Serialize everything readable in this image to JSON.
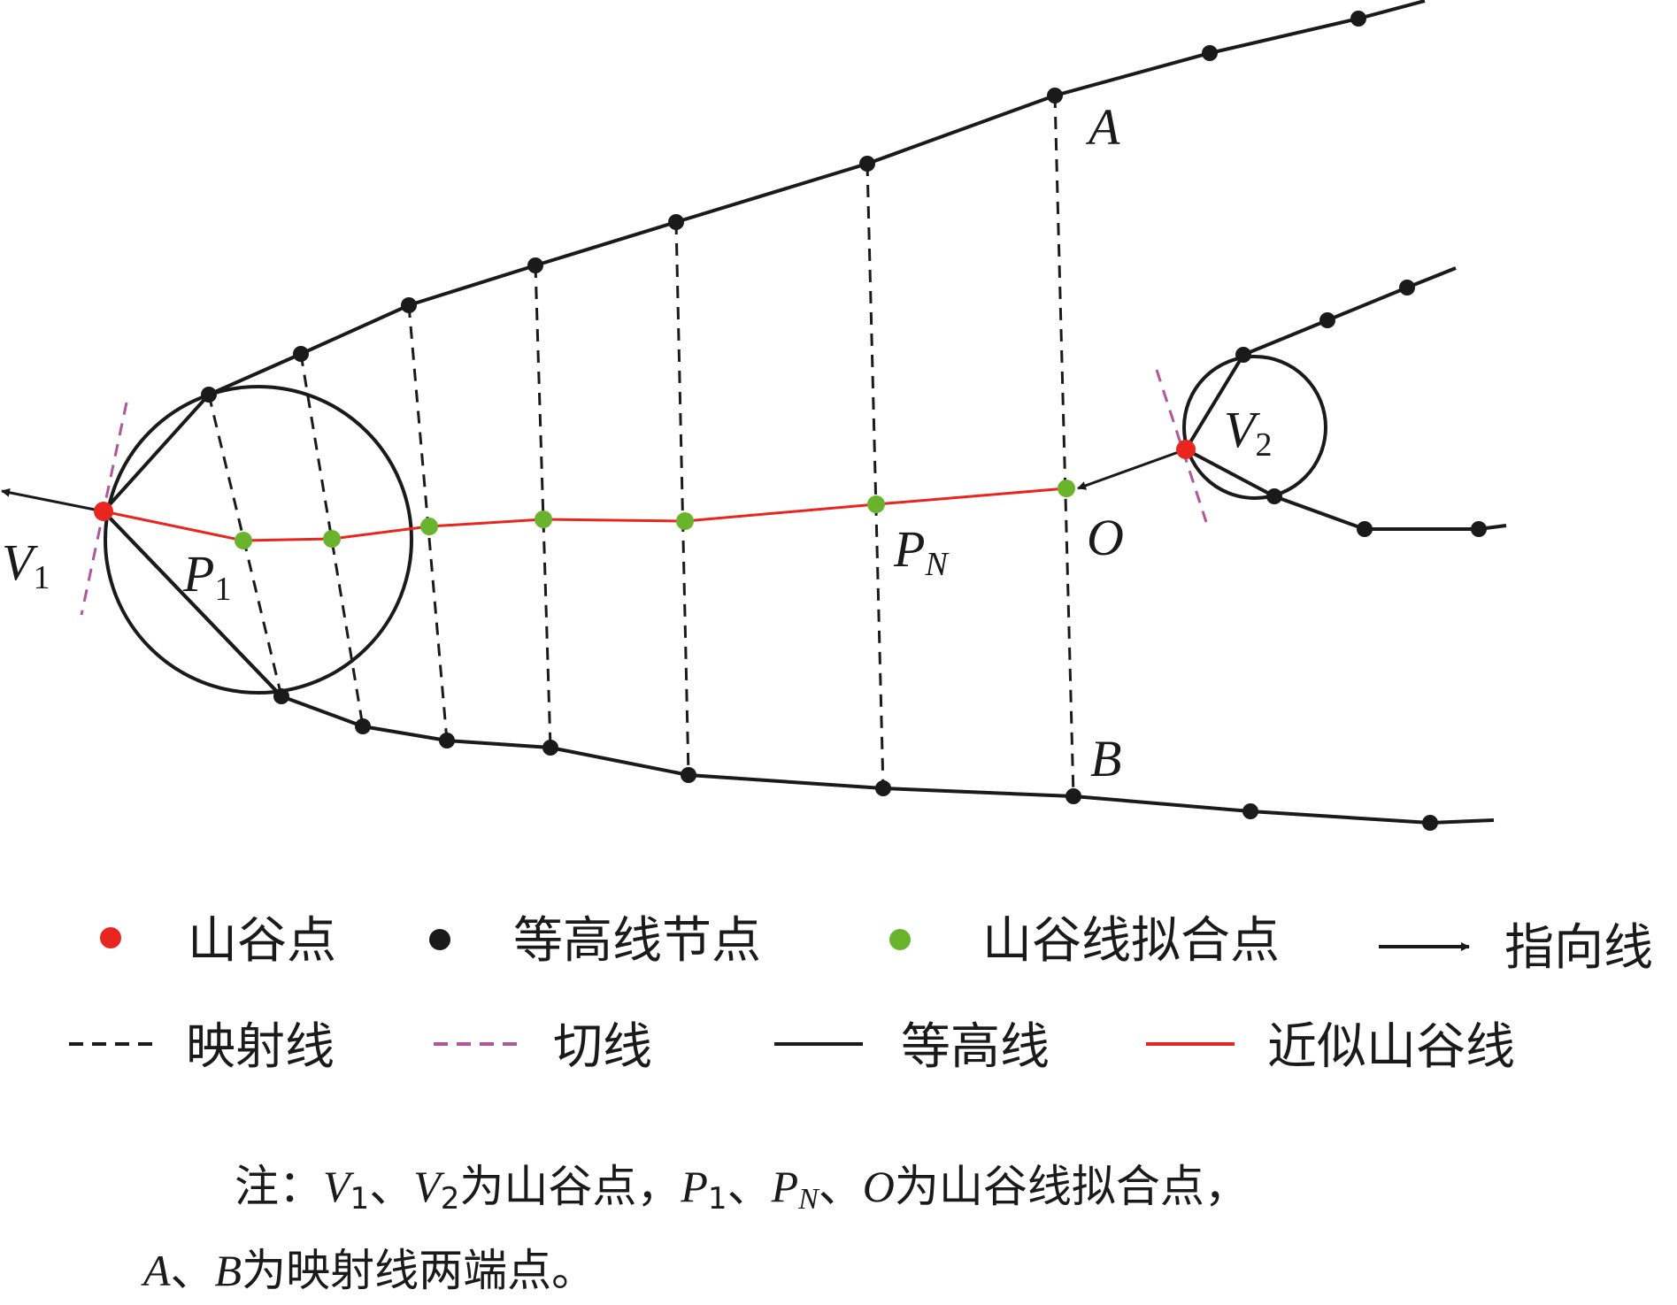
{
  "point_labels": {
    "v1": "V",
    "v1_sub": "1",
    "v2": "V",
    "v2_sub": "2",
    "p1": "P",
    "p1_sub": "1",
    "pn": "P",
    "pn_sub": "N",
    "o": "O",
    "a": "A",
    "b": "B"
  },
  "legend": {
    "valley_point": "山谷点",
    "contour_node": "等高线节点",
    "fit_point": "山谷线拟合点",
    "pointing_line": "指向线",
    "mapping_line": "映射线",
    "tangent_line": "切线",
    "contour_line": "等高线",
    "approx_valley_line": "近似山谷线"
  },
  "colors": {
    "valley_point": "#e8261f",
    "contour_node": "#1a1a1a",
    "fit_point": "#6ab42d",
    "valley_line": "#e8261f",
    "tangent_line": "#b0569a",
    "contour_line": "#1a1a1a"
  },
  "note": {
    "prefix": "注：",
    "v1": "V",
    "v1_sub": "1",
    "sep1": "、",
    "v2": "V",
    "v2_sub": "2",
    "text1": "为山谷点，",
    "p1": "P",
    "p1_sub": "1",
    "sep2": "、",
    "pn": "P",
    "pn_sub": "N",
    "sep3": "、",
    "o": "O",
    "text2": "为山谷线拟合点，",
    "a": "A",
    "sep4": "、",
    "b": "B",
    "text3": "为映射线两端点。"
  }
}
